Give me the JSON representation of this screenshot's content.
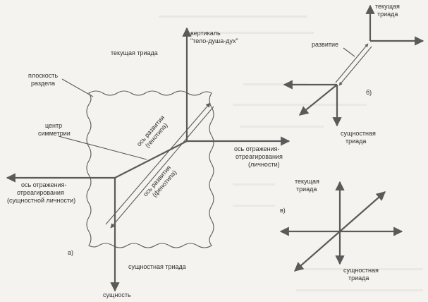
{
  "labels": {
    "vertical_1": "вертикаль",
    "vertical_2": "\"тело-душа-дух\"",
    "current_triad_a": "текущая триада",
    "plane_1": "плоскость",
    "plane_2": "раздела",
    "center_1": "центр",
    "center_2": "симметрии",
    "dev_geno_1": "ось развития",
    "dev_geno_2": "(генотипа)",
    "dev_pheno_1": "ось развития",
    "dev_pheno_2": "(фенотипа)",
    "refl_personal_1": "ось отражения-",
    "refl_personal_2": "отреагирования",
    "refl_personal_3": "(личности)",
    "refl_essential_1": "ось отражения-",
    "refl_essential_2": "отреагирования",
    "refl_essential_3": "(сущностной личности)",
    "essential_triad_a": "сущностная триада",
    "essence": "сущность",
    "panel_a": "а)",
    "current_triad_b_1": "текущая",
    "current_triad_b_2": "триада",
    "development_b": "развитие",
    "panel_b": "б)",
    "essential_triad_b_1": "сущностная",
    "essential_triad_b_2": "триада",
    "current_triad_c_1": "текущая",
    "current_triad_c_2": "триада",
    "panel_c": "в)",
    "essential_triad_c_1": "сущностная",
    "essential_triad_c_2": "триада"
  }
}
